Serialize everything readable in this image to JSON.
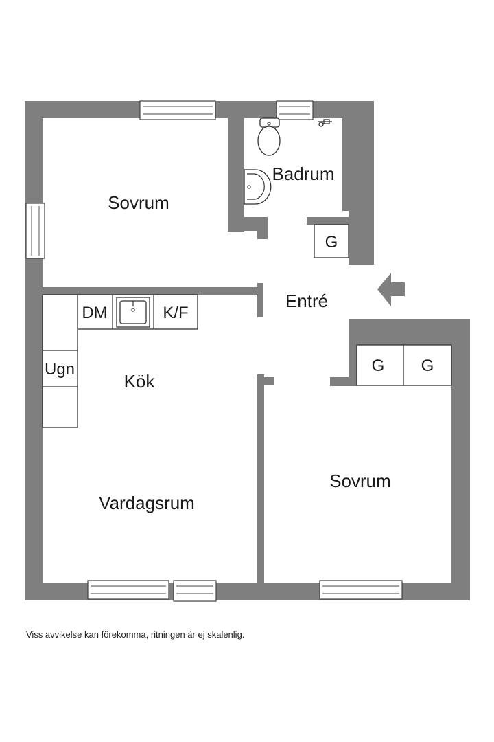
{
  "rooms": {
    "bedroom_1": "Sovrum",
    "bathroom": "Badrum",
    "entrance": "Entré",
    "kitchen": "Kök",
    "living_room": "Vardagsrum",
    "bedroom_2": "Sovrum"
  },
  "fixtures": {
    "dishwasher": "DM",
    "fridge_freezer": "K/F",
    "oven": "Ugn",
    "wardrobe_entrance": "G",
    "wardrobe_bedroom_left": "G",
    "wardrobe_bedroom_right": "G"
  },
  "disclaimer": "Viss avvikelse kan förekomma, ritningen är ej skalenlig.",
  "colors": {
    "wall": "#7f7f7f",
    "background": "#ffffff"
  },
  "icons": {
    "entrance_marker": "arrow-left-icon",
    "toilet": "toilet-icon",
    "washbasin": "washbasin-icon",
    "sink": "kitchen-sink-icon"
  }
}
